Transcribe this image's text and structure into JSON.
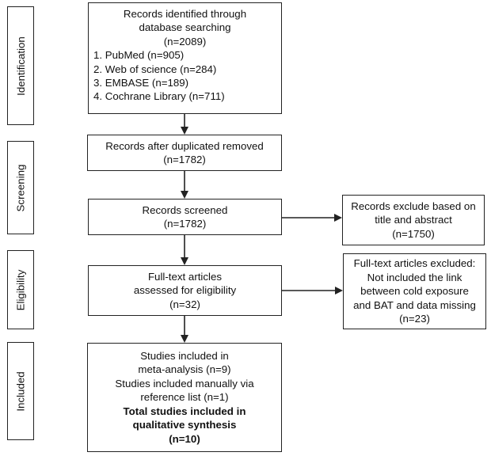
{
  "stages": {
    "identification": "Identification",
    "screening": "Screening",
    "eligibility": "Eligibility",
    "included": "Included"
  },
  "boxes": {
    "identified": {
      "lines": [
        "Records identified through",
        "database searching",
        "(n=2089)"
      ],
      "list": [
        "1. PubMed (n=905)",
        "2. Web of science (n=284)",
        "3. EMBASE (n=189)",
        "4. Cochrane Library (n=711)"
      ]
    },
    "deduplicated": {
      "lines": [
        "Records after duplicated removed",
        "(n=1782)"
      ]
    },
    "screened": {
      "lines": [
        "Records screened",
        "(n=1782)"
      ]
    },
    "excluded_screen": {
      "lines": [
        "Records exclude based on",
        "title and abstract",
        "(n=1750)"
      ]
    },
    "fulltext": {
      "lines": [
        "Full-text articles",
        "assessed for eligibility",
        "(n=32)"
      ]
    },
    "excluded_fulltext": {
      "lines": [
        "Full-text articles excluded:",
        "Not included the link",
        "between cold exposure",
        "and BAT and data missing",
        "(n=23)"
      ]
    },
    "included": {
      "lines": [
        "Studies included in",
        "meta-analysis (n=9)",
        "Studies included manually via",
        "reference list (n=1)"
      ],
      "bold_lines": [
        "Total studies included in",
        "qualitative synthesis",
        "(n=10)"
      ]
    }
  }
}
